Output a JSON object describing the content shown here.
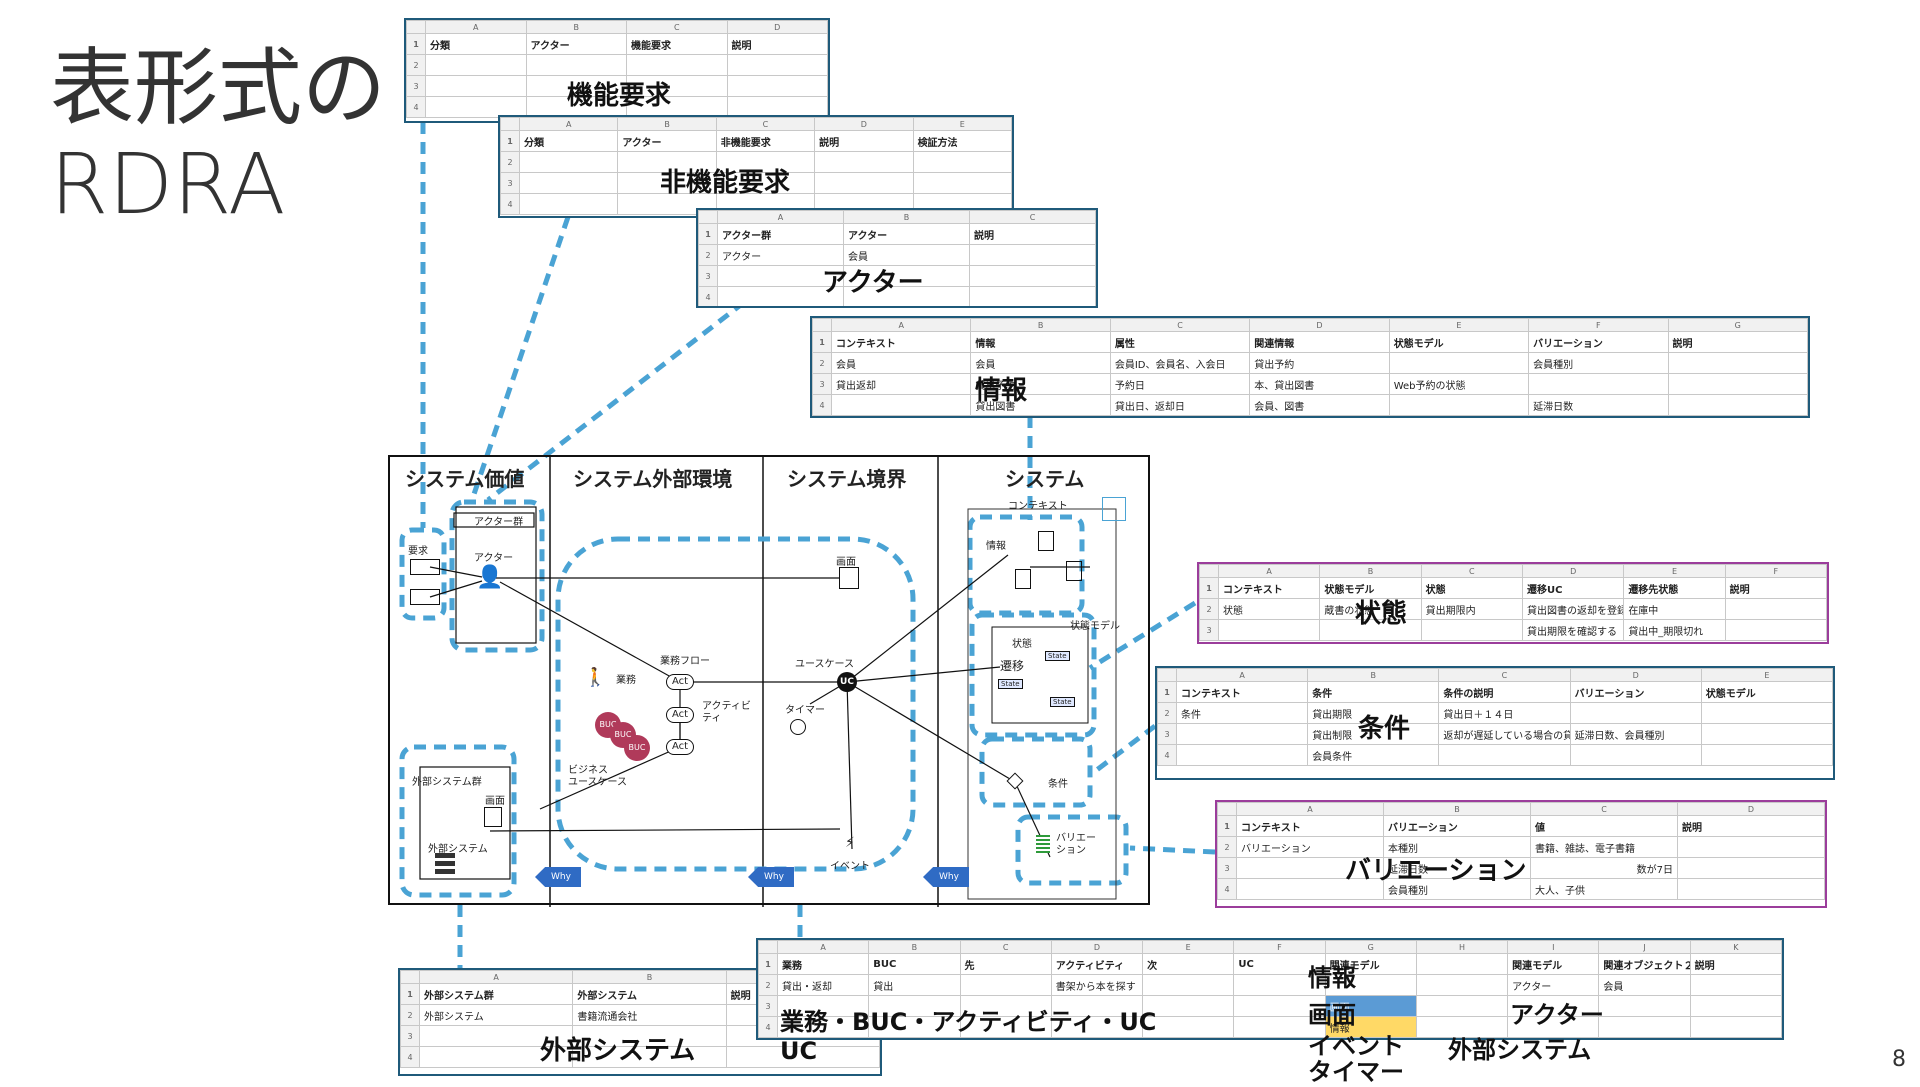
{
  "page": {
    "title_line1": "表形式の",
    "title_line2": "RDRA",
    "page_number": "8"
  },
  "sheets": {
    "func": {
      "cols": [
        "A",
        "B",
        "C",
        "D"
      ],
      "header": [
        "分類",
        "アクター",
        "機能要求",
        "説明"
      ],
      "rows": [
        "2",
        "3",
        "4"
      ],
      "label": "機能要求"
    },
    "nonfunc": {
      "cols": [
        "A",
        "B",
        "C",
        "D",
        "E"
      ],
      "header": [
        "分類",
        "アクター",
        "非機能要求",
        "説明",
        "検証方法"
      ],
      "rows": [
        "2",
        "3",
        "4"
      ],
      "label": "非機能要求"
    },
    "actor": {
      "cols": [
        "A",
        "B",
        "C"
      ],
      "header": [
        "アクター群",
        "アクター",
        "説明"
      ],
      "row2": [
        "アクター",
        "会員",
        ""
      ],
      "rows": [
        "3",
        "4"
      ],
      "label": "アクター"
    },
    "info": {
      "cols": [
        "A",
        "B",
        "C",
        "D",
        "E",
        "F",
        "G"
      ],
      "header": [
        "コンテキスト",
        "情報",
        "属性",
        "関連情報",
        "状態モデル",
        "バリエーション",
        "説明"
      ],
      "row2": [
        "会員",
        "会員",
        "会員ID、会員名、入会日",
        "貸出予約",
        "",
        "会員種別",
        ""
      ],
      "row3": [
        "貸出返却",
        "貸出予約",
        "予約日",
        "本、貸出図書",
        "Web予約の状態",
        "",
        ""
      ],
      "row4": [
        "",
        "貸出図書",
        "貸出日、返却日",
        "会員、図書",
        "",
        "延滞日数",
        ""
      ],
      "label": "情報"
    },
    "state": {
      "cols": [
        "A",
        "B",
        "C",
        "D",
        "E",
        "F"
      ],
      "header": [
        "コンテキスト",
        "状態モデル",
        "状態",
        "遷移UC",
        "遷移先状態",
        "説明"
      ],
      "row2": [
        "状態",
        "蔵書の状態",
        "貸出期限内",
        "貸出図書の返却を登録する",
        "在庫中",
        ""
      ],
      "row3": [
        "",
        "",
        "",
        "貸出期限を確認する",
        "貸出中_期限切れ",
        ""
      ],
      "label": "状態"
    },
    "cond": {
      "cols": [
        "A",
        "B",
        "C",
        "D",
        "E"
      ],
      "header": [
        "コンテキスト",
        "条件",
        "条件の説明",
        "バリエーション",
        "状態モデル"
      ],
      "row2": [
        "条件",
        "貸出期限",
        "貸出日＋１４日",
        "",
        ""
      ],
      "row3": [
        "",
        "貸出制限",
        "返却が遅延している場合の貸出制限",
        "延滞日数、会員種別",
        ""
      ],
      "row4": [
        "",
        "会員条件",
        "",
        "",
        ""
      ],
      "label": "条件"
    },
    "var": {
      "cols": [
        "A",
        "B",
        "C",
        "D"
      ],
      "header": [
        "コンテキスト",
        "バリエーション",
        "値",
        "説明"
      ],
      "row2": [
        "バリエーション",
        "本種別",
        "書籍、雑誌、電子書籍",
        "",
        ""
      ],
      "row3": [
        "",
        "延滞日数",
        "",
        "数が7日"
      ],
      "row4": [
        "",
        "会員種別",
        "大人、子供",
        ""
      ],
      "label": "バリエーション"
    },
    "ext": {
      "cols": [
        "A",
        "B",
        "C"
      ],
      "header": [
        "外部システム群",
        "外部システム",
        "説明"
      ],
      "row2": [
        "外部システム",
        "書籍流通会社",
        ""
      ],
      "rows": [
        "3",
        "4"
      ],
      "label": "外部システム"
    },
    "biz": {
      "cols": [
        "A",
        "B",
        "C",
        "D",
        "E",
        "F",
        "G",
        "H",
        "I",
        "J",
        "K"
      ],
      "header": [
        "業務",
        "BUC",
        "先",
        "アクティビティ",
        "次",
        "UC",
        "関連モデル",
        "",
        "関連モデル",
        "関連オブジェクト２",
        "説明"
      ],
      "row2": [
        "貸出・返却",
        "貸出",
        "",
        "書架から本を探す",
        "",
        "",
        "",
        "",
        "アクター",
        "会員",
        ""
      ],
      "label": "業務・BUC・アクティビティ・UC",
      "label_line2": "UC",
      "dd_items": [
        "画面",
        "情報"
      ],
      "side_labels": [
        "情報",
        "画面",
        "イベント",
        "タイマー"
      ],
      "side_labels2": [
        "アクター",
        "外部システム"
      ]
    }
  },
  "diagram": {
    "lanes": [
      "システム価値",
      "システム外部環境",
      "システム境界",
      "システム"
    ],
    "labels": {
      "actor_group": "アクター群",
      "actor": "アクター",
      "requirement": "要求",
      "ext_group": "外部システム群",
      "ext_system": "外部システム",
      "screen1": "画面",
      "screen2": "画面",
      "business": "業務",
      "biz_usecase": "ビジネス\nユースケース",
      "business_flow": "業務フロー",
      "activity": "アクティビ\nティ",
      "act": "Act",
      "buc": "BUC",
      "usecase": "ユースケース",
      "uc": "UC",
      "timer": "タイマー",
      "event": "イベント",
      "context": "コンテキスト",
      "info": "情報",
      "state_model": "状態モデル",
      "state": "状態",
      "transition": "遷移",
      "state_node": "State",
      "condition": "条件",
      "variation": "バリエー\nション",
      "why": "Why"
    }
  },
  "colors": {
    "dash": "#4aa3d4",
    "sheet_border": "#1f5a7a",
    "purple_border": "#9b3d9b",
    "why": "#2f6bc4"
  }
}
